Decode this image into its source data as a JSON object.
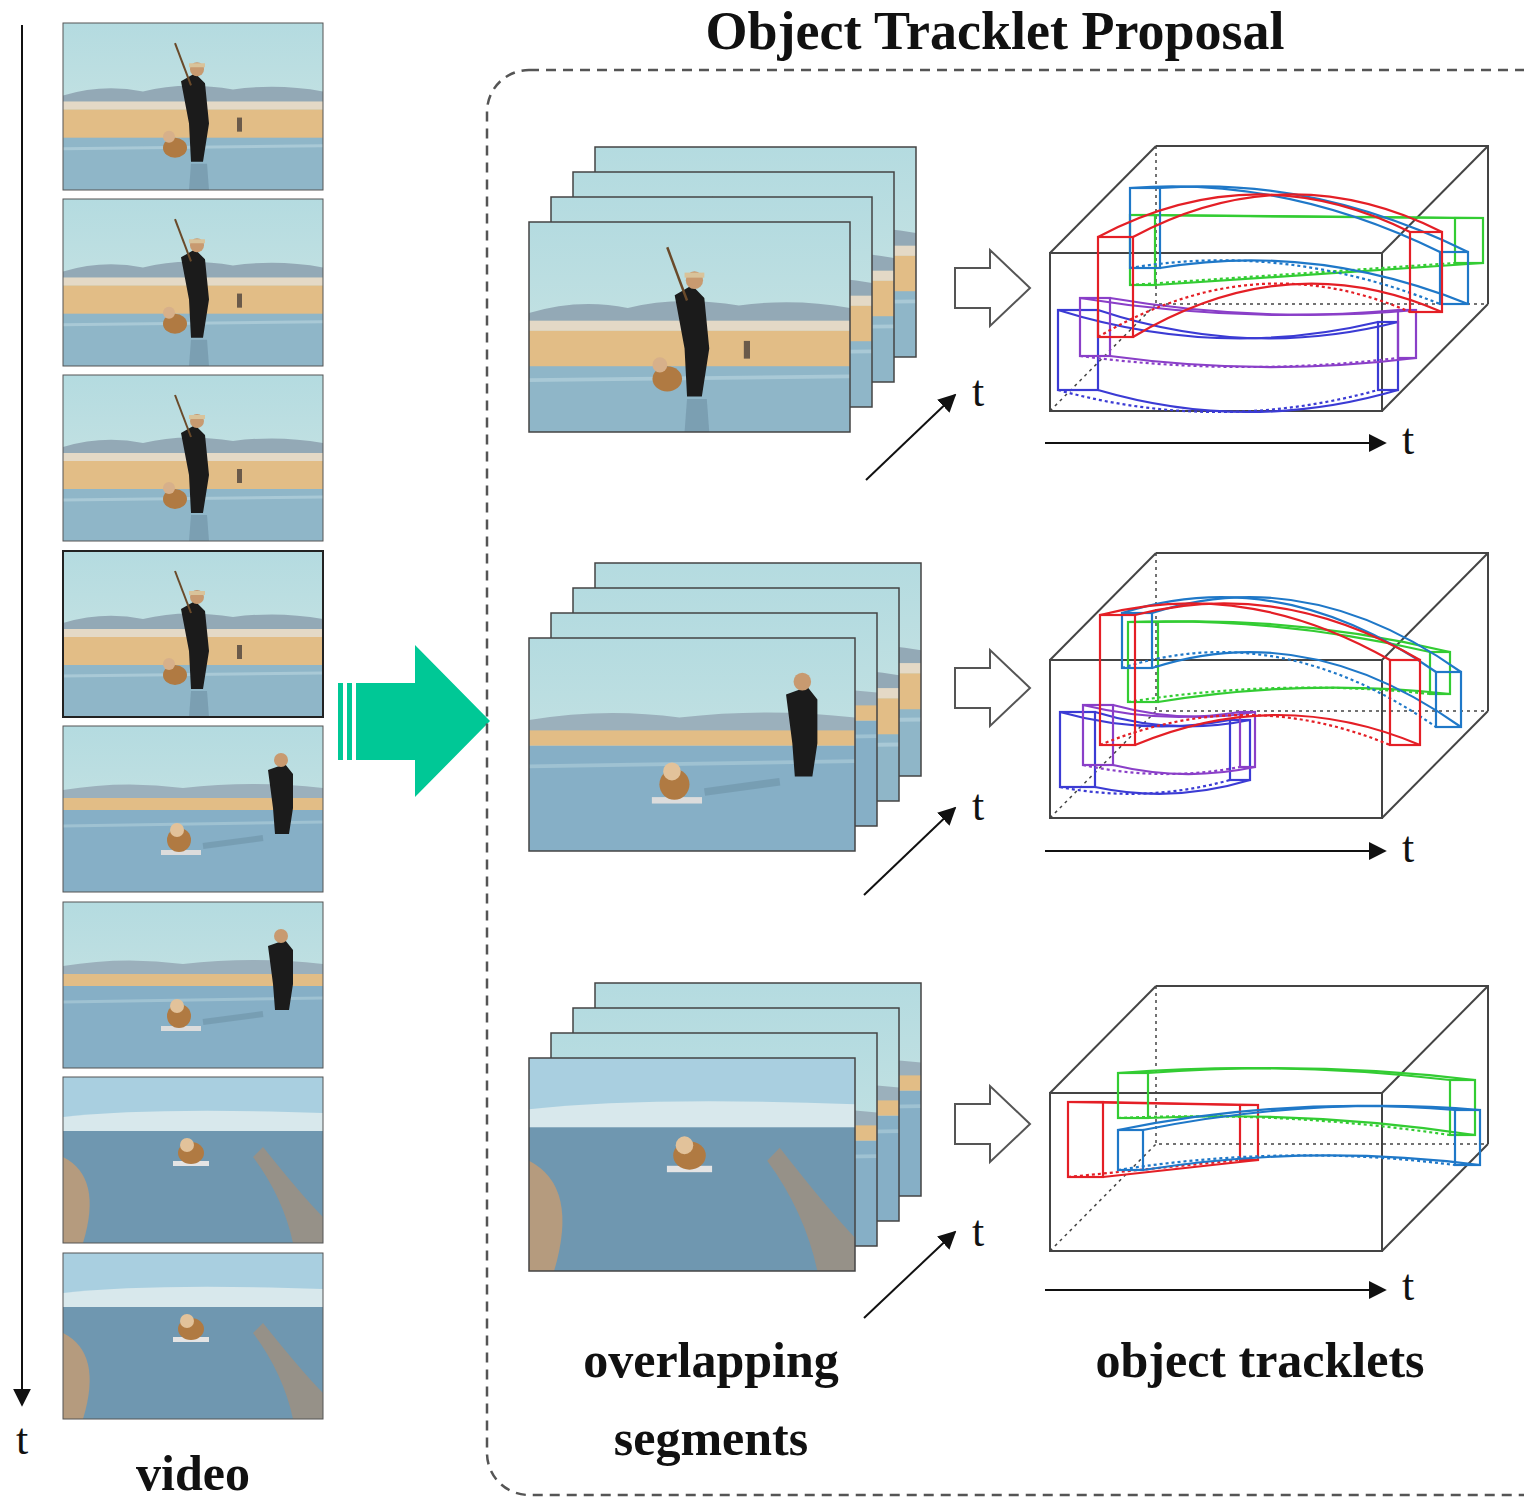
{
  "diagram": {
    "title": "Object Tracklet Proposal",
    "labels": [
      "t",
      "video",
      "t",
      "t",
      "t",
      "t",
      "t",
      "t",
      "overlapping segments",
      "object tracklets"
    ]
  }
}
